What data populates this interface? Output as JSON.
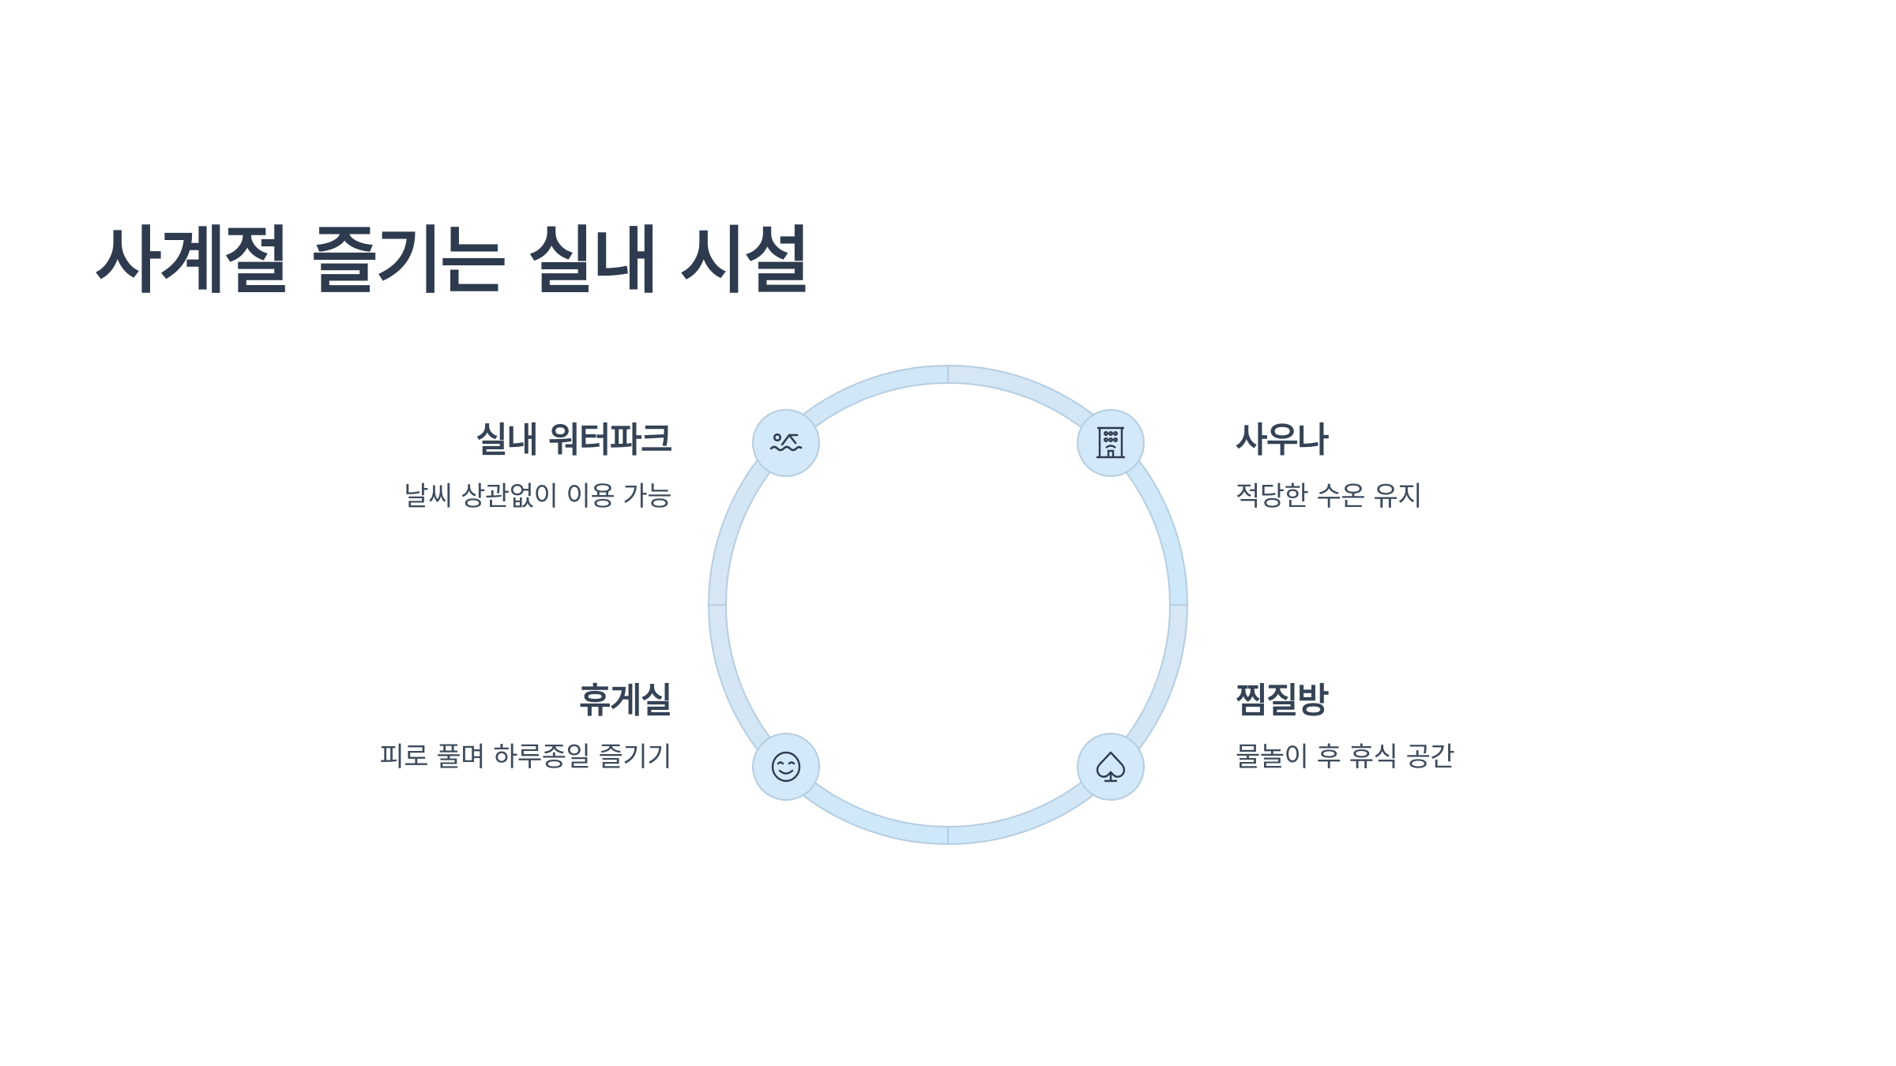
{
  "title": "사계절 즐기는 실내 시설",
  "colors": {
    "text": "#2e3b4e",
    "ring_fill_a": "#cfe7f9",
    "ring_fill_b": "#d6e6f3",
    "ring_stroke": "#b6cde0",
    "node_fill": "#d3e8f8",
    "icon": "#2e3b4e"
  },
  "items": [
    {
      "name": "실내 워터파크",
      "desc": "날씨 상관없이 이용 가능",
      "icon": "swimmer-icon",
      "position": "top-left"
    },
    {
      "name": "사우나",
      "desc": "적당한 수온 유지",
      "icon": "building-icon",
      "position": "top-right"
    },
    {
      "name": "휴게실",
      "desc": "피로 풀며 하루종일 즐기기",
      "icon": "smile-icon",
      "position": "bottom-left"
    },
    {
      "name": "찜질방",
      "desc": "물놀이 후 휴식 공간",
      "icon": "spade-icon",
      "position": "bottom-right"
    }
  ]
}
